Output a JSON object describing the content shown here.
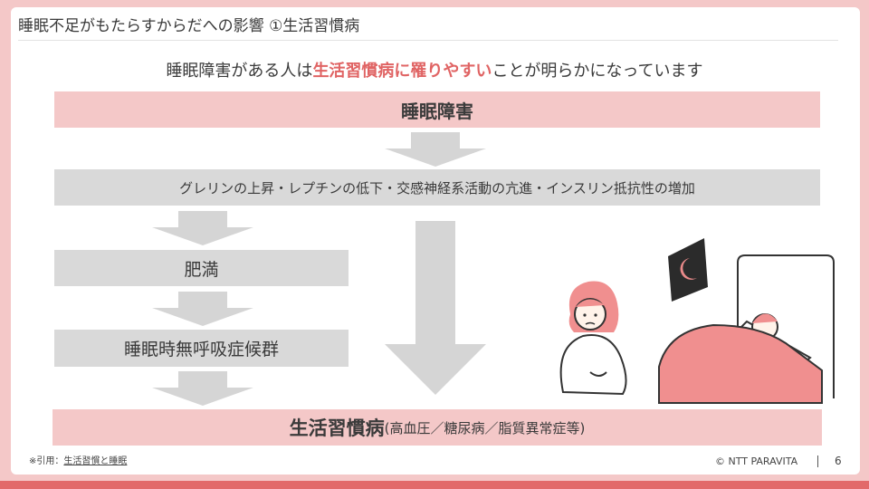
{
  "header": {
    "title": "睡眠不足がもたらすからだへの影響 ①生活習慣病"
  },
  "subtitle": {
    "before": "睡眠障害がある人は",
    "highlight": "生活習慣病に罹りやすい",
    "after": "ことが明らかになっています"
  },
  "flow": {
    "top": "睡眠障害",
    "mechanism": "グレリンの上昇・レプチンの低下・交感神経系活動の亢進・インスリン抵抗性の増加",
    "obesity": "肥満",
    "sleep_apnea": "睡眠時無呼吸症候群",
    "result_main": "生活習慣病",
    "result_detail": "(高血圧／糖尿病／脂質異常症等)"
  },
  "footer": {
    "note_prefix": "※引用：",
    "note_link": "生活習慣と睡眠",
    "copyright": "© NTT PARAVITA",
    "page": "6"
  },
  "colors": {
    "background": "#f4c8c8",
    "accent": "#e06464",
    "bottom_bar": "#e26a6a",
    "box_pink": "#f4c8c8",
    "box_gray": "#d9d9d9",
    "arrow": "#d5d5d5"
  },
  "icons": {
    "illustration": "pregnant-woman-and-child-sleeping-illustration"
  }
}
